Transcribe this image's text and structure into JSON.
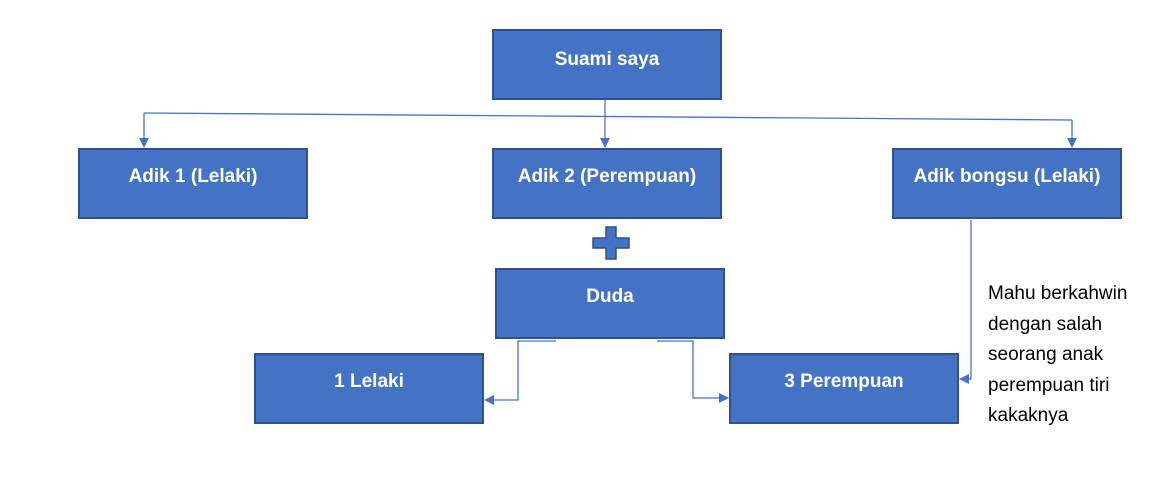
{
  "diagram": {
    "nodes": {
      "suami": {
        "label": "Suami saya"
      },
      "adik1": {
        "label": "Adik 1 (Lelaki)"
      },
      "adik2": {
        "label": "Adik 2 (Perempuan)"
      },
      "bongsu": {
        "label": "Adik bongsu (Lelaki)"
      },
      "duda": {
        "label": "Duda"
      },
      "lelaki": {
        "label": "1 Lelaki"
      },
      "perempuan": {
        "label": "3 Perempuan"
      }
    },
    "plus_icon": "plus-icon",
    "note_lines": [
      "Mahu berkahwin",
      "dengan salah",
      "seorang anak",
      "perempuan tiri",
      "kakaknya"
    ],
    "colors": {
      "box_fill": "#4472c4",
      "box_border": "#2f528f",
      "connector": "#4472c4",
      "text": "#ffffff"
    }
  }
}
